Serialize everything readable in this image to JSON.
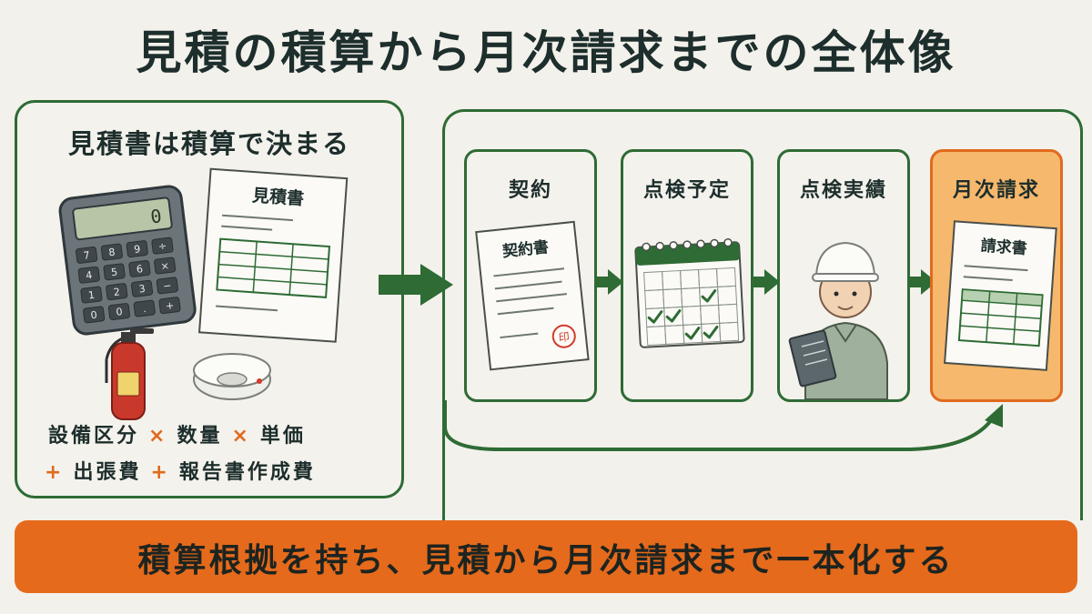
{
  "title": "見積の積算から月次請求までの全体像",
  "estimate_panel": {
    "heading": "見積書は積算で決まる",
    "document_label": "見積書",
    "calculator_display": "0",
    "calculator_keys": [
      "7",
      "8",
      "9",
      "÷",
      "4",
      "5",
      "6",
      "×",
      "1",
      "2",
      "3",
      "−",
      "0",
      "0",
      ".",
      "+"
    ],
    "formula_line1": [
      "設備区分",
      "×",
      "数量",
      "×",
      "単価"
    ],
    "formula_line2": [
      "+",
      "出張費",
      "+",
      "報告書作成費"
    ]
  },
  "flow": {
    "steps": [
      {
        "label": "契約",
        "document_label": "契約書",
        "seal": "印"
      },
      {
        "label": "点検予定"
      },
      {
        "label": "点検実績"
      },
      {
        "label": "月次請求",
        "document_label": "請求書",
        "highlighted": true
      }
    ]
  },
  "banner": "積算根拠を持ち、見積から月次請求まで一本化する",
  "colors": {
    "green": "#2e6b35",
    "orange": "#e56a1c",
    "highlight": "#f6b86c",
    "background": "#f3f1eb"
  }
}
